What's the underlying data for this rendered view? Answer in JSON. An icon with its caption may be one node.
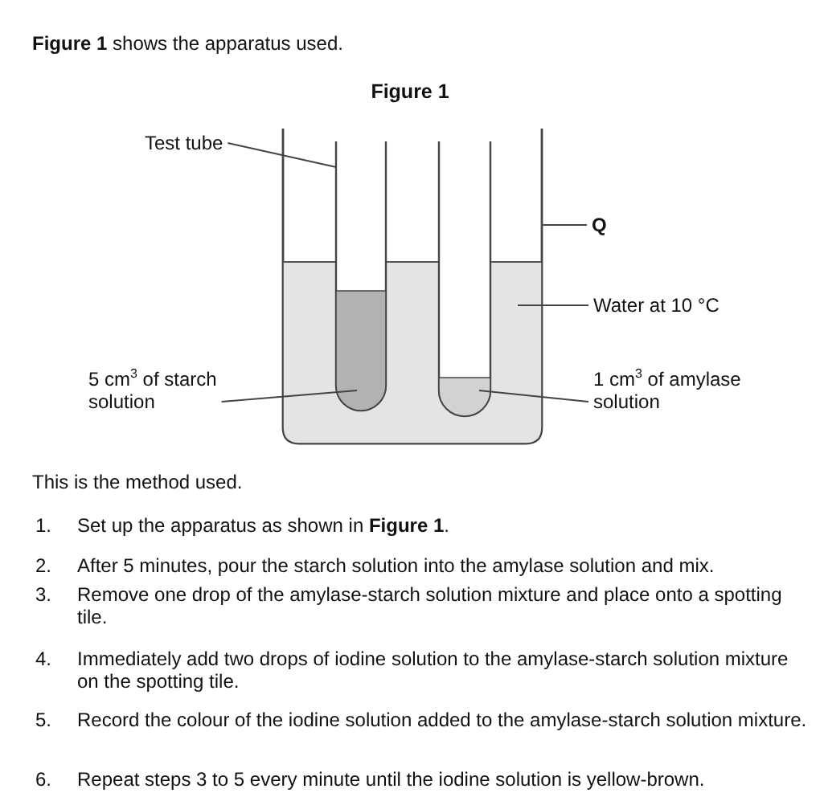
{
  "diagram": {
    "title": "Figure 1",
    "nodes": [
      {
        "text": [
          "Test tube"
        ]
      },
      {
        "text": [],
        "shape": "tube",
        "in": 3
      },
      {
        "text": [
          "Q"
        ]
      },
      {
        "text": [],
        "shape": "beaker"
      },
      {
        "text": [
          "Water at 10 °C"
        ]
      },
      {
        "text": [],
        "shape": "liquid",
        "in": 3
      },
      {
        "text": [
          "5 cm$^{3}$ of starch solution"
        ]
      },
      {
        "text": [],
        "shape": "liquid"
      },
      {
        "text": [
          "1 cm$^{3}$ of amylase solution"
        ]
      },
      {
        "text": [],
        "shape": "liquid"
      },
      {
        "text": [],
        "shape": "tube",
        "in": 3
      }
    ],
    "edges": [
      {
        "from": 0,
        "to": 1,
        "arrow": "none"
      },
      {
        "from": 2,
        "to": 3,
        "arrow": "none"
      },
      {
        "from": 4,
        "to": 5,
        "arrow": "none"
      },
      {
        "from": 6,
        "to": 7,
        "arrow": "none"
      },
      {
        "from": 8,
        "to": 9,
        "arrow": "none"
      }
    ],
    "labels": [
      "**Figure 1** shows the apparatus used.",
      "This is the method used.",
      "1.",
      "Set up the apparatus as shown in **Figure 1**.",
      "2.",
      "After 5 minutes, pour the starch solution into the amylase solution and mix.",
      "3.",
      "Remove one drop of the amylase-starch solution mixture and place onto a spotting tile.",
      "4.",
      "Immediately add two drops of iodine solution to the amylase-starch solution mixture on the spotting tile.",
      "5.",
      "Record the colour of the iodine solution added to the amylase-starch solution mixture.",
      "6.",
      "Repeat steps 3 to 5 every minute until the iodine solution is yellow-brown."
    ]
  }
}
